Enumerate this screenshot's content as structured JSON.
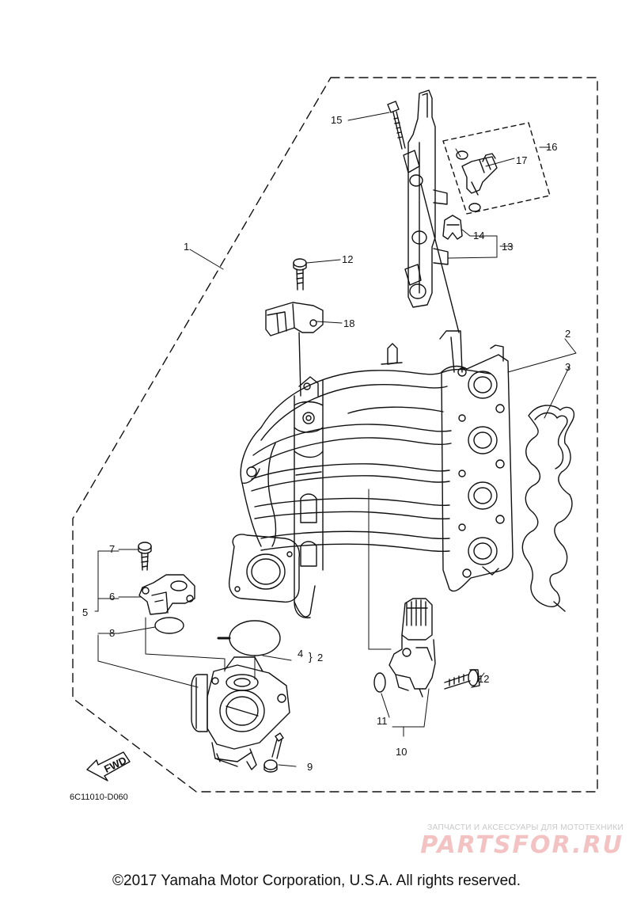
{
  "diagram": {
    "callouts": {
      "c1": "1",
      "c2a": "2",
      "c2b": "2",
      "c3": "3",
      "c4": "4",
      "c5": "5",
      "c6": "6",
      "c7": "7",
      "c8": "8",
      "c9": "9",
      "c10": "10",
      "c11": "11",
      "c12a": "12",
      "c12b": "12",
      "c13": "13",
      "c14": "14",
      "c15": "15",
      "c16": "16",
      "c17": "17",
      "c18": "18"
    },
    "fwd_label": "FWD",
    "drawing_code": "6C11010-D060"
  },
  "watermark": {
    "tagline": "ЗАПЧАСТИ И АКСЕССУАРЫ ДЛЯ МОТОТЕХНИКИ",
    "logo": "PARTSFOR.RU"
  },
  "copyright": "©2017 Yamaha Motor Corporation, U.S.A. All rights reserved.",
  "colors": {
    "line": "#111111",
    "watermark_logo": "#f3c2c2",
    "watermark_text": "#c8c8c8"
  }
}
